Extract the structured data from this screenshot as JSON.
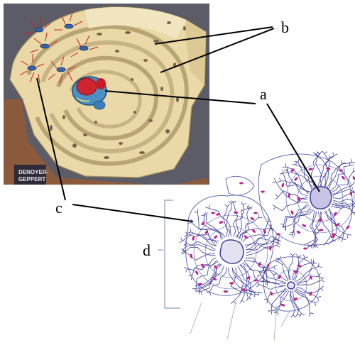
{
  "labels": {
    "a": "a",
    "b": "b",
    "c": "c",
    "d": "d"
  },
  "model_photo": {
    "brand_line1": "DENOYER-",
    "brand_line2": "GEPPERT"
  },
  "colors": {
    "line": "#000000",
    "photo_background": "#5c5c66",
    "model_cream": "#ead9a6",
    "model_shadow": "#b9a574",
    "base_wood": "#8b5a3c",
    "central_canal_red": "#d02430",
    "vessel_blue": "#3a7fb8",
    "canaliculi_red": "#c81e28",
    "drawing_navy": "#3d3f9a",
    "lacuna_magenta": "#c0208c",
    "canal_fill": "#d4d0ec",
    "bracket": "#8e9ac8"
  }
}
